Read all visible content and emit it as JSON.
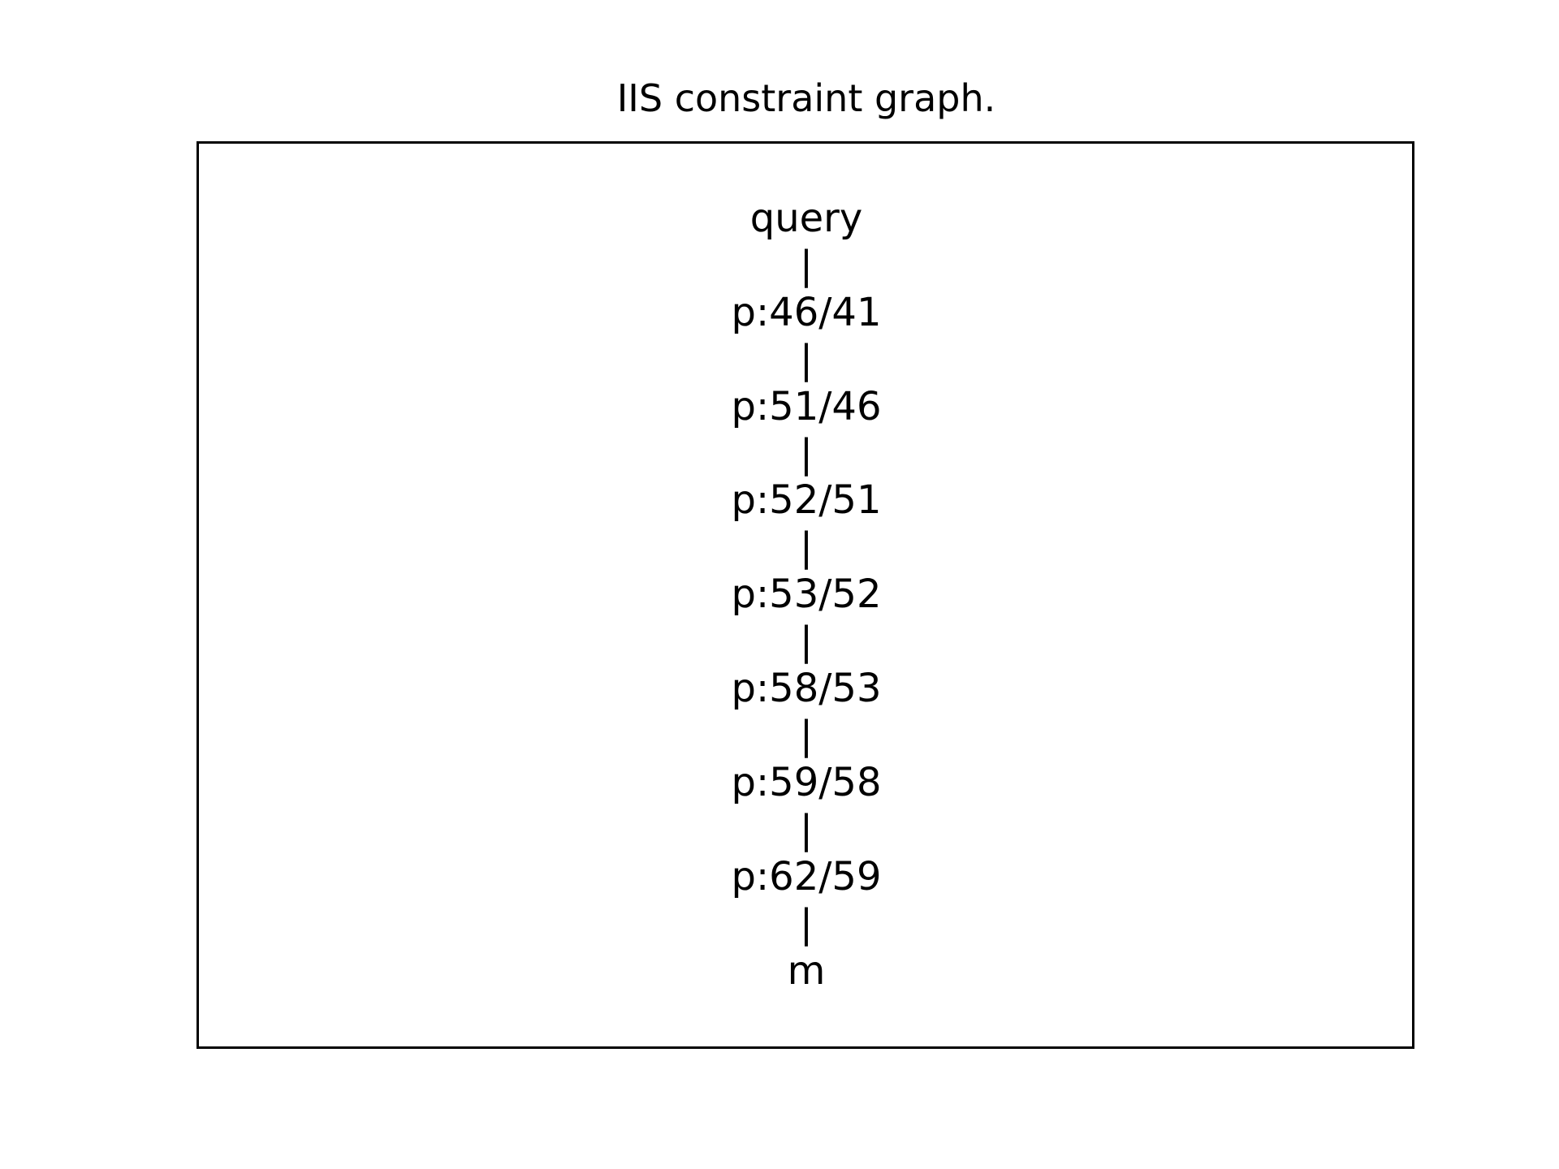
{
  "title": "IIS constraint graph.",
  "graph": {
    "lines": [
      "query",
      "|",
      "p:46/41",
      "|",
      "p:51/46",
      "|",
      "p:52/51",
      "|",
      "p:53/52",
      "|",
      "p:58/53",
      "|",
      "p:59/58",
      "|",
      "p:62/59",
      "|",
      "m"
    ],
    "nodes": [
      "query",
      "p:46/41",
      "p:51/46",
      "p:52/51",
      "p:53/52",
      "p:58/53",
      "p:59/58",
      "p:62/59",
      "m"
    ]
  }
}
